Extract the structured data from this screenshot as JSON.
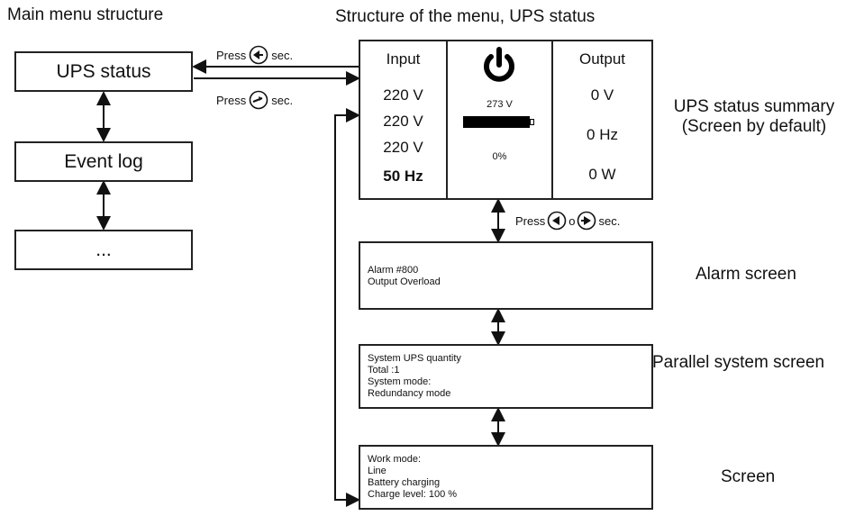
{
  "left": {
    "title": "Main menu structure",
    "items": [
      "UPS status",
      "Event log",
      "..."
    ]
  },
  "right_title": "Structure of the menu, UPS status",
  "press_top": {
    "word": "Press",
    "suffix": "sec."
  },
  "press_bottom": {
    "word": "Press",
    "suffix": "sec."
  },
  "press_mid": {
    "word": "Press",
    "joiner": "o",
    "suffix": "sec."
  },
  "status_panel": {
    "input": {
      "label": "Input",
      "values": [
        "220 V",
        "220 V",
        "220 V",
        "50 Hz"
      ]
    },
    "center": {
      "voltage": "273 V",
      "percent": "0%"
    },
    "output": {
      "label": "Output",
      "values": [
        "0 V",
        "0 Hz",
        "0 W"
      ]
    }
  },
  "labels": {
    "summary_line1": "UPS status summary",
    "summary_line2": "(Screen by default)",
    "alarm": "Alarm screen",
    "parallel": "Parallel system screen",
    "screen": "Screen"
  },
  "alarm_screen": [
    "Alarm #800",
    "Output Overload"
  ],
  "parallel_screen": [
    "System UPS quantity",
    "Total :1",
    "System mode:",
    "Redundancy mode"
  ],
  "work_screen": [
    "Work mode:",
    "Line",
    "Battery charging",
    "Charge level:  100 %"
  ]
}
